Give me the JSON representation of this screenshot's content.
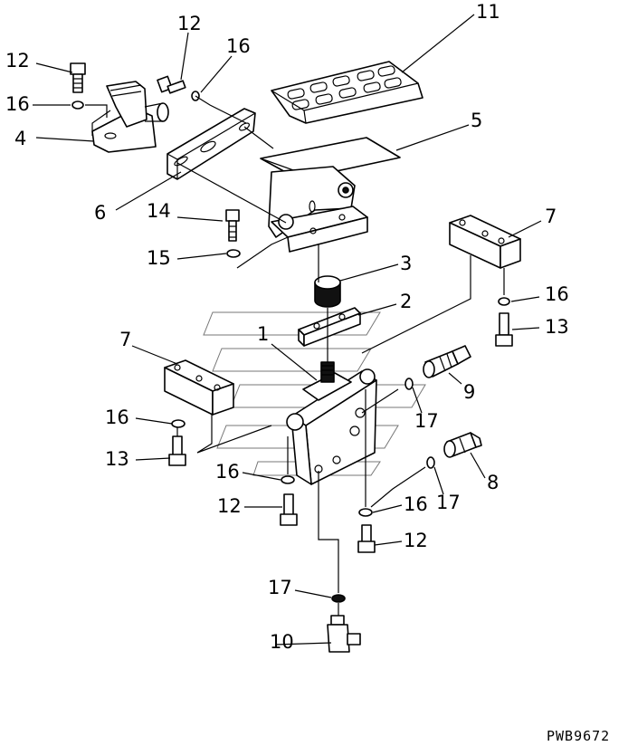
{
  "drawing_code": "PWB9672",
  "callouts": [
    {
      "id": "c11",
      "text": "11"
    },
    {
      "id": "c12a",
      "text": "12"
    },
    {
      "id": "c16a",
      "text": "16"
    },
    {
      "id": "c12b",
      "text": "12"
    },
    {
      "id": "c16b",
      "text": "16"
    },
    {
      "id": "c4",
      "text": "4"
    },
    {
      "id": "c5",
      "text": "5"
    },
    {
      "id": "c6",
      "text": "6"
    },
    {
      "id": "c14",
      "text": "14"
    },
    {
      "id": "c7a",
      "text": "7"
    },
    {
      "id": "c15",
      "text": "15"
    },
    {
      "id": "c3",
      "text": "3"
    },
    {
      "id": "c16c",
      "text": "16"
    },
    {
      "id": "c2",
      "text": "2"
    },
    {
      "id": "c13a",
      "text": "13"
    },
    {
      "id": "c1",
      "text": "1"
    },
    {
      "id": "c7b",
      "text": "7"
    },
    {
      "id": "c9",
      "text": "9"
    },
    {
      "id": "c16d",
      "text": "16"
    },
    {
      "id": "c17a",
      "text": "17"
    },
    {
      "id": "c13b",
      "text": "13"
    },
    {
      "id": "c8",
      "text": "8"
    },
    {
      "id": "c16e",
      "text": "16"
    },
    {
      "id": "c17b",
      "text": "17"
    },
    {
      "id": "c12c",
      "text": "12"
    },
    {
      "id": "c16f",
      "text": "16"
    },
    {
      "id": "c12d",
      "text": "12"
    },
    {
      "id": "c17c",
      "text": "17"
    },
    {
      "id": "c10",
      "text": "10"
    }
  ]
}
